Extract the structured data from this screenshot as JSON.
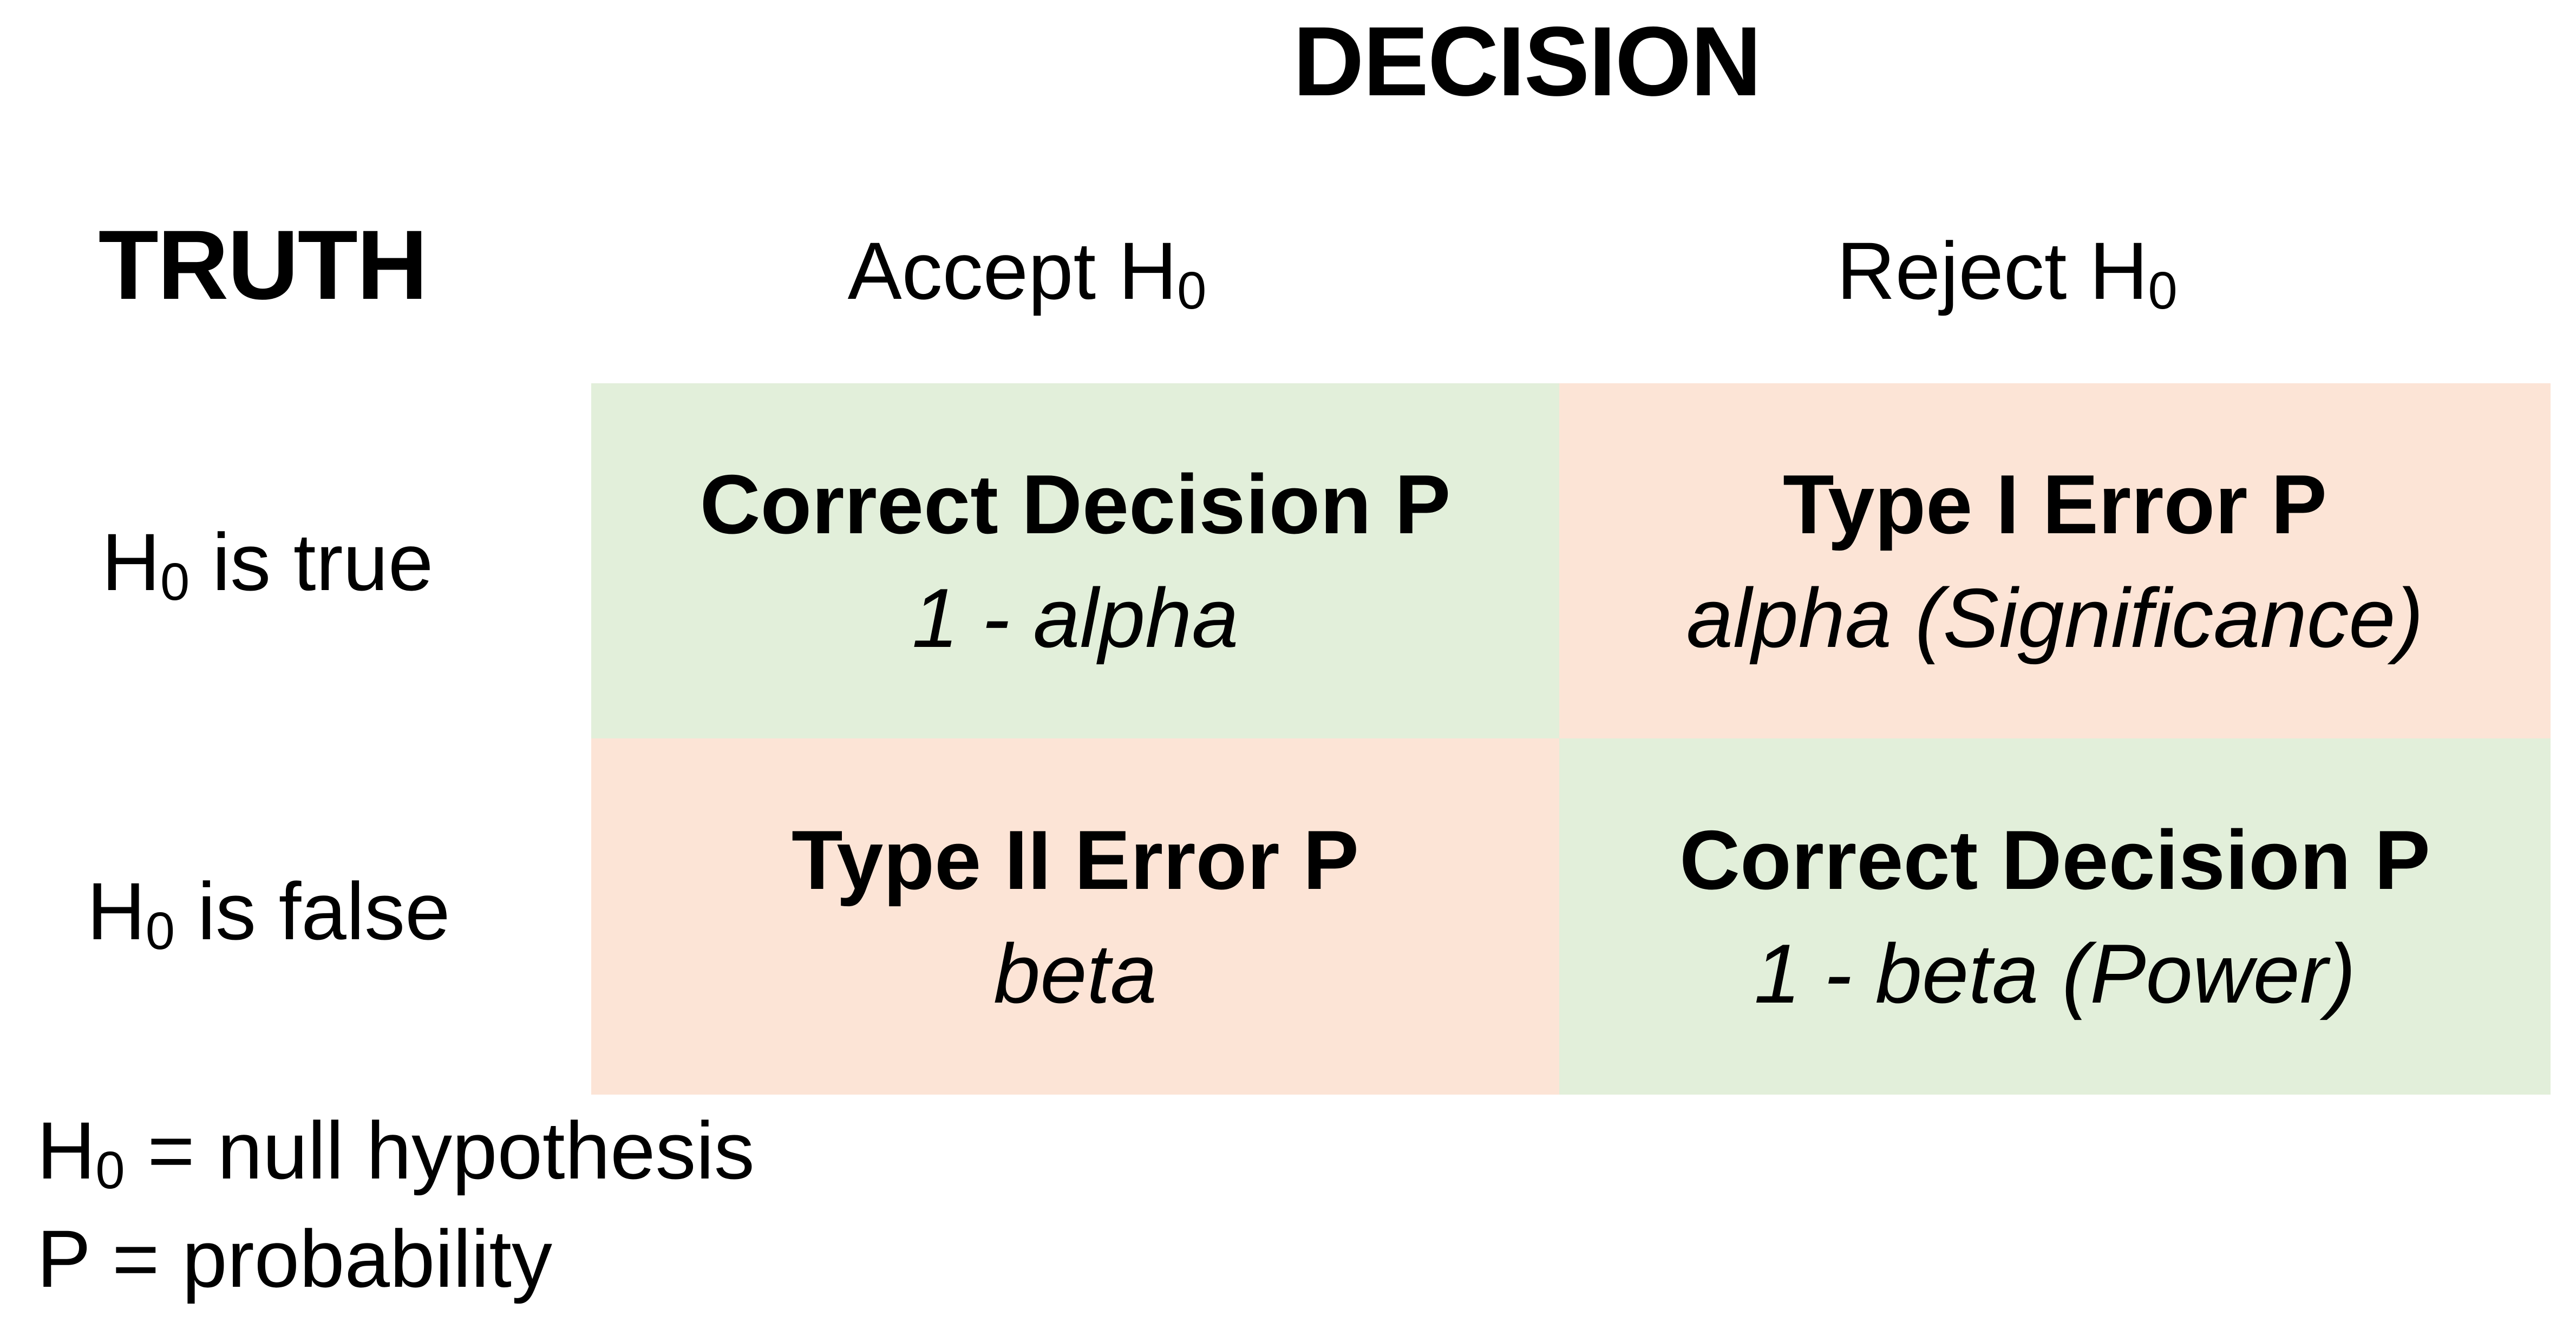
{
  "header": {
    "decision_label": "DECISION",
    "truth_label": "TRUTH"
  },
  "columns": [
    {
      "prefix": "Accept H",
      "sub": "0"
    },
    {
      "prefix": "Reject H",
      "sub": "0"
    }
  ],
  "rows": [
    {
      "prefix": "H",
      "sub": "0",
      "suffix": " is true"
    },
    {
      "prefix": "H",
      "sub": "0",
      "suffix": " is false"
    }
  ],
  "cells": {
    "accept_true": {
      "title": "Correct Decision P",
      "formula": "1 - alpha",
      "bg": "#e2efda"
    },
    "reject_true": {
      "title": "Type I Error P",
      "formula": "alpha (Significance)",
      "bg": "#fce4d6"
    },
    "accept_false": {
      "title": "Type II Error P",
      "formula": "beta",
      "bg": "#fce4d6"
    },
    "reject_false": {
      "title": "Correct Decision P",
      "formula": "1 - beta (Power)",
      "bg": "#e2efda"
    }
  },
  "footnotes": [
    {
      "prefix": "H",
      "sub": "0",
      "suffix": " = null hypothesis"
    },
    {
      "prefix": "P",
      "sub": "",
      "suffix": " = probability"
    }
  ],
  "colors": {
    "correct_decision_green": "#e2efda",
    "error_pink": "#fce4d6",
    "text": "#000000",
    "background": "#ffffff"
  }
}
